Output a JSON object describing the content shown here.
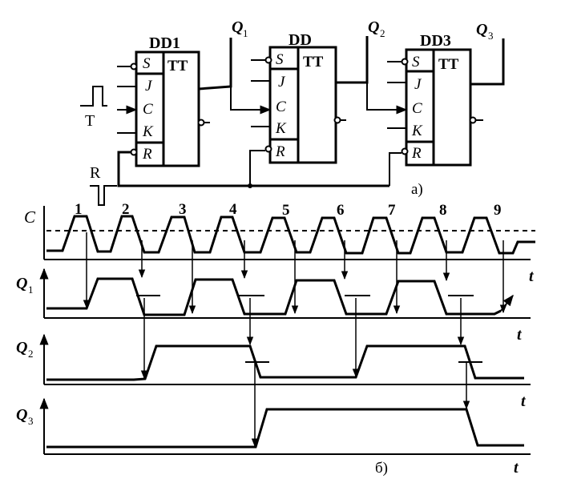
{
  "circuit": {
    "triggers": [
      {
        "name": "DD1",
        "type_label": "TT",
        "pins": [
          "S",
          "J",
          "C",
          "K",
          "R"
        ],
        "output": "Q",
        "output_sub": "1"
      },
      {
        "name": "DD",
        "type_label": "TT",
        "pins": [
          "S",
          "J",
          "C",
          "K",
          "R"
        ],
        "output": "Q",
        "output_sub": "2"
      },
      {
        "name": "DD3",
        "type_label": "TT",
        "pins": [
          "S",
          "J",
          "C",
          "K",
          "R"
        ],
        "output": "Q",
        "output_sub": "3"
      }
    ],
    "clock_input": "T",
    "reset_input": "R",
    "caption": "а)"
  },
  "timing": {
    "clock_label": "C",
    "pulse_numbers": [
      "1",
      "2",
      "3",
      "4",
      "5",
      "6",
      "7",
      "8",
      "9"
    ],
    "rows": [
      {
        "label": "Q",
        "sub": "1"
      },
      {
        "label": "Q",
        "sub": "2"
      },
      {
        "label": "Q",
        "sub": "3"
      }
    ],
    "time_label": "t",
    "caption": "б)"
  }
}
